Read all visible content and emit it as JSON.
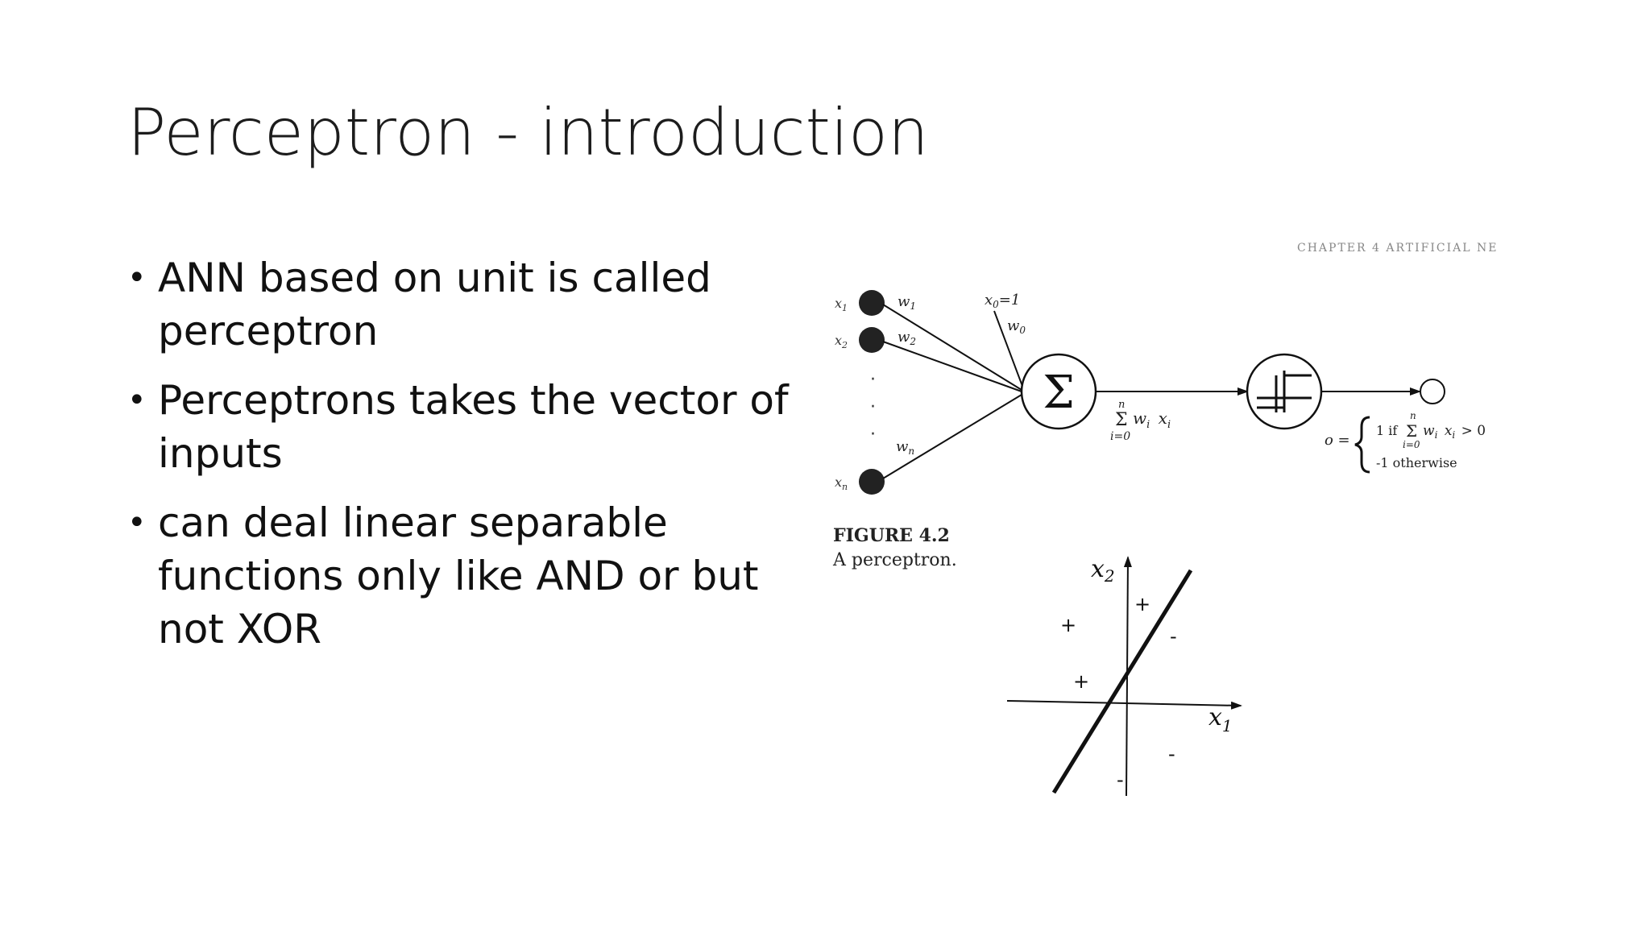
{
  "slide": {
    "title": "Perceptron - introduction",
    "bullets": [
      "ANN based on unit is called perceptron",
      "Perceptrons takes the vector of inputs",
      "can deal linear separable functions only like AND or but not XOR"
    ]
  },
  "figure": {
    "header_text": "CHAPTER 4 ARTIFICIAL NE",
    "inputs": {
      "x1": "x",
      "x1_sub": "1",
      "x2": "x",
      "x2_sub": "2",
      "xn": "x",
      "xn_sub": "n"
    },
    "weights": {
      "w1": "w",
      "w1_sub": "1",
      "w2": "w",
      "w2_sub": "2",
      "wn": "w",
      "wn_sub": "n",
      "w0": "w",
      "w0_sub": "0"
    },
    "bias": {
      "label": "x",
      "sub": "0",
      "eq": "=1"
    },
    "dots": "·",
    "sum_symbol": "Σ",
    "sum_expr": {
      "top": "n",
      "sigma": "Σ",
      "body": "w",
      "body_sub": "i",
      "x": "x",
      "x_sub": "i",
      "bottom": "i=0"
    },
    "output_expr": {
      "lhs": "o =",
      "case1_if": "1 if",
      "case1_sigma": "Σ",
      "case1_top": "n",
      "case1_bottom": "i=0",
      "case1_body": "w",
      "case1_body_sub": "i",
      "case1_x": "x",
      "case1_x_sub": "i",
      "case1_cond": "> 0",
      "case2": "-1 otherwise"
    },
    "caption_label": "FIGURE 4.2",
    "caption_text": "A perceptron."
  },
  "plot": {
    "x_axis_label": "x",
    "x_axis_sub": "1",
    "y_axis_label": "x",
    "y_axis_sub": "2",
    "plus": "+",
    "minus": "-"
  }
}
